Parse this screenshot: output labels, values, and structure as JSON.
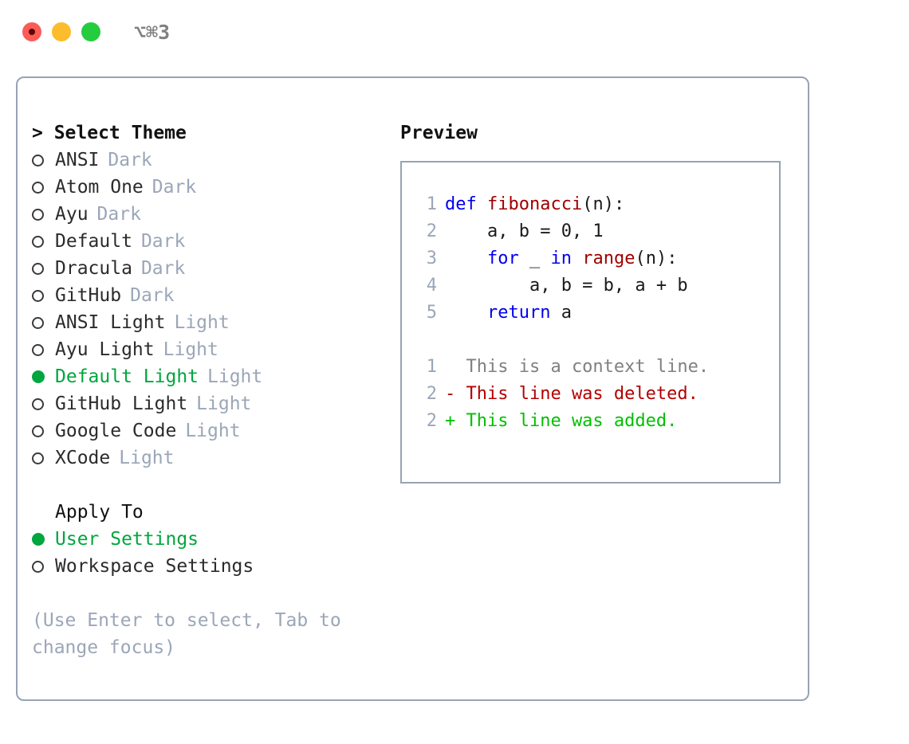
{
  "titlebar": {
    "shortcut": "⌥⌘3",
    "buttons": [
      {
        "name": "close",
        "color": "#fc5b57"
      },
      {
        "name": "minimize",
        "color": "#fdbc2c"
      },
      {
        "name": "maximize",
        "color": "#25cc3e"
      }
    ]
  },
  "theme_list": {
    "header": "> Select Theme",
    "items": [
      {
        "label": "ANSI",
        "tag": "Dark",
        "selected": false
      },
      {
        "label": "Atom One",
        "tag": "Dark",
        "selected": false
      },
      {
        "label": "Ayu",
        "tag": "Dark",
        "selected": false
      },
      {
        "label": "Default",
        "tag": "Dark",
        "selected": false
      },
      {
        "label": "Dracula",
        "tag": "Dark",
        "selected": false
      },
      {
        "label": "GitHub",
        "tag": "Dark",
        "selected": false
      },
      {
        "label": "ANSI Light",
        "tag": "Light",
        "selected": false
      },
      {
        "label": "Ayu Light",
        "tag": "Light",
        "selected": false
      },
      {
        "label": "Default Light",
        "tag": "Light",
        "selected": true
      },
      {
        "label": "GitHub Light",
        "tag": "Light",
        "selected": false
      },
      {
        "label": "Google Code",
        "tag": "Light",
        "selected": false
      },
      {
        "label": "XCode",
        "tag": "Light",
        "selected": false
      }
    ]
  },
  "apply_to": {
    "header": "Apply To",
    "items": [
      {
        "label": "User Settings",
        "selected": true
      },
      {
        "label": "Workspace Settings",
        "selected": false
      }
    ]
  },
  "hint": "(Use Enter to select, Tab to change focus)",
  "preview": {
    "title": "Preview",
    "code_lines": [
      {
        "no": "1",
        "tokens": [
          {
            "t": "def ",
            "c": "kw"
          },
          {
            "t": "fibonacci",
            "c": "fn"
          },
          {
            "t": "(n):",
            "c": "plain"
          }
        ]
      },
      {
        "no": "2",
        "tokens": [
          {
            "t": "    a, b = 0, 1",
            "c": "plain"
          }
        ]
      },
      {
        "no": "3",
        "tokens": [
          {
            "t": "    ",
            "c": "plain"
          },
          {
            "t": "for",
            "c": "kw"
          },
          {
            "t": " _ ",
            "c": "plain"
          },
          {
            "t": "in",
            "c": "kw"
          },
          {
            "t": " ",
            "c": "plain"
          },
          {
            "t": "range",
            "c": "fn"
          },
          {
            "t": "(n):",
            "c": "plain"
          }
        ]
      },
      {
        "no": "4",
        "tokens": [
          {
            "t": "        a, b = b, a + b",
            "c": "plain"
          }
        ]
      },
      {
        "no": "5",
        "tokens": [
          {
            "t": "    ",
            "c": "plain"
          },
          {
            "t": "return",
            "c": "kw"
          },
          {
            "t": " a",
            "c": "plain"
          }
        ]
      }
    ],
    "diff_lines": [
      {
        "no": "1",
        "text": "  This is a context line.",
        "kind": "ctx"
      },
      {
        "no": "2",
        "text": "- This line was deleted.",
        "kind": "del"
      },
      {
        "no": "2",
        "text": "+ This line was added.",
        "kind": "add"
      }
    ]
  },
  "colors": {
    "accent_green": "#00a63e",
    "tag_gray": "#9ba6b8",
    "border": "#97a3b4",
    "keyword_blue": "#0000ee",
    "function_red": "#a00000",
    "diff_add_green": "#00c000",
    "diff_del_red": "#b30000",
    "diff_ctx_gray": "#808080"
  }
}
